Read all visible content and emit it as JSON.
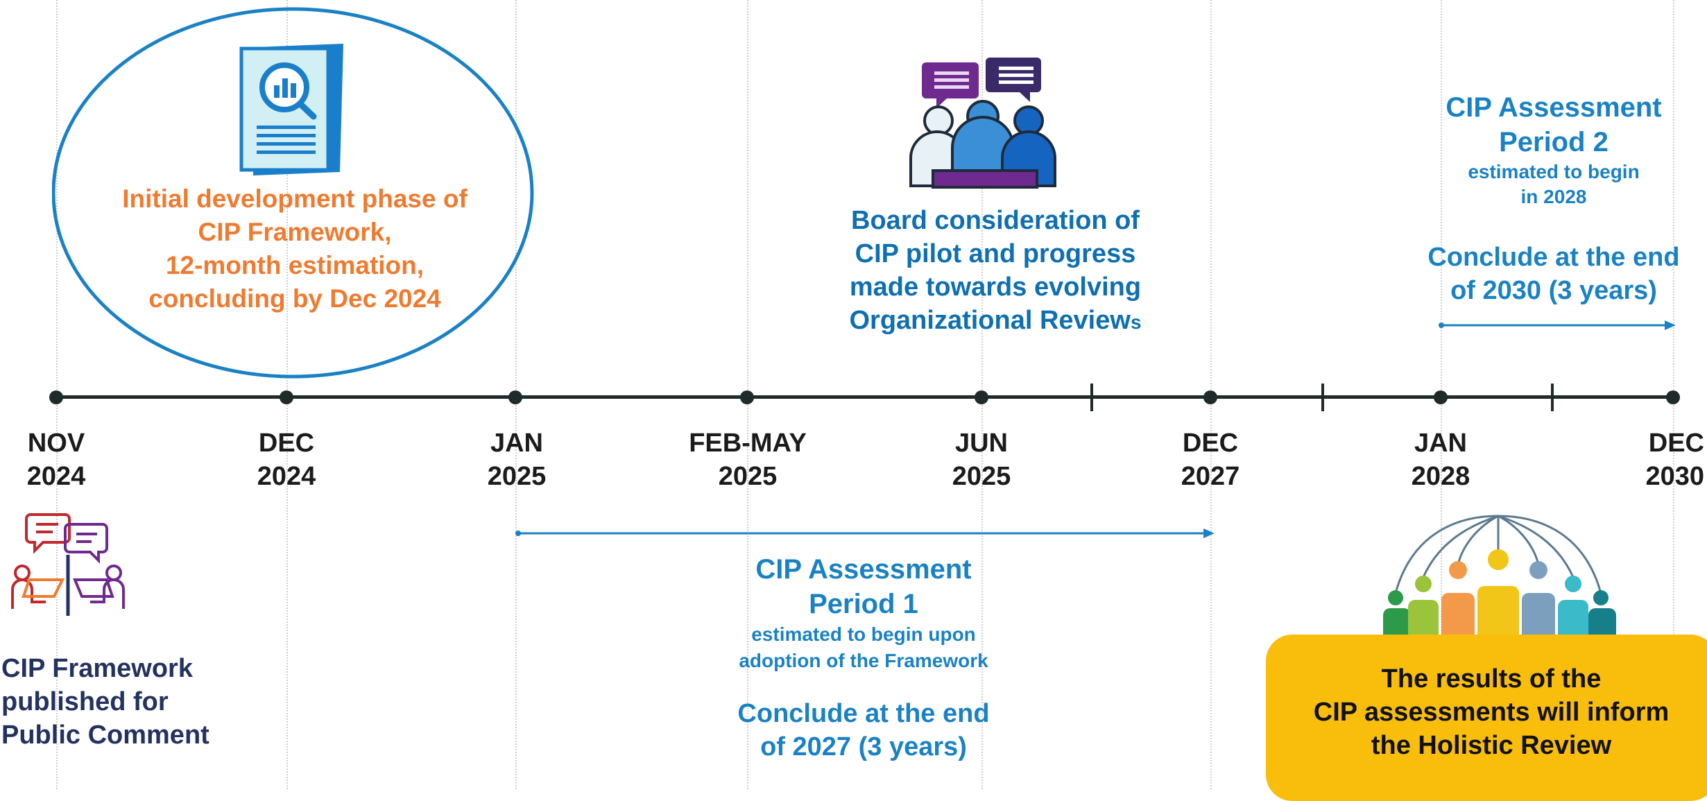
{
  "colors": {
    "axis": "#1f2a2a",
    "orange_text": "#ee7b30",
    "blue_text": "#1a82c4",
    "dark_blue_text": "#0e6fb1",
    "navy_text": "#23325f",
    "highlight_box": "#f9bd0c"
  },
  "timeline": {
    "dates": [
      {
        "line1": "NOV",
        "line2": "2024"
      },
      {
        "line1": "DEC",
        "line2": "2024"
      },
      {
        "line1": "JAN",
        "line2": "2025"
      },
      {
        "line1": "FEB-MAY",
        "line2": "2025"
      },
      {
        "line1": "JUN",
        "line2": "2025"
      },
      {
        "line1": "DEC",
        "line2": "2027"
      },
      {
        "line1": "JAN",
        "line2": "2028"
      },
      {
        "line1": "DEC",
        "line2": "2030"
      }
    ]
  },
  "initial_phase": {
    "icon": "report-document-icon",
    "lines": [
      "Initial development phase of",
      "CIP Framework,",
      "12-month estimation,",
      "concluding by Dec 2024"
    ]
  },
  "board": {
    "icon": "meeting-discussion-icon",
    "lines": [
      "Board consideration of",
      "CIP pilot and progress",
      "made towards evolving",
      "Organizational Review"
    ],
    "suffix": "s"
  },
  "period2": {
    "title_lines": [
      "CIP Assessment",
      "Period 2"
    ],
    "sub_lines": [
      "estimated to begin",
      "in 2028"
    ],
    "conclude_lines": [
      "Conclude at the end",
      "of 2030 (3 years)"
    ]
  },
  "published": {
    "icon": "public-comment-icon",
    "lines": [
      "CIP Framework",
      "published for",
      "Public Comment"
    ]
  },
  "period1": {
    "title_lines": [
      "CIP Assessment",
      "Period 1"
    ],
    "sub_lines": [
      "estimated to begin upon",
      "adoption of the Framework"
    ],
    "conclude_lines": [
      "Conclude at the end",
      "of 2027 (3 years)"
    ]
  },
  "holistic": {
    "icon": "connected-people-icon",
    "lines": [
      "The results of the",
      "CIP assessments will inform",
      "the Holistic Review"
    ]
  }
}
